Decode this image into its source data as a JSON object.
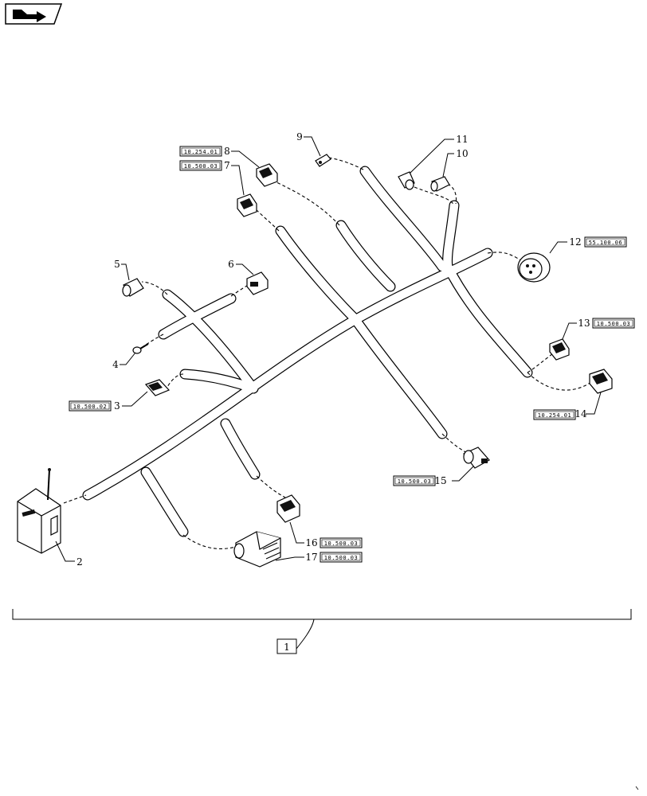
{
  "callouts": [
    {
      "num": "1",
      "ref": ""
    },
    {
      "num": "2",
      "ref": ""
    },
    {
      "num": "3",
      "ref": "10.500.02"
    },
    {
      "num": "4",
      "ref": ""
    },
    {
      "num": "5",
      "ref": ""
    },
    {
      "num": "6",
      "ref": ""
    },
    {
      "num": "7",
      "ref": "10.500.03"
    },
    {
      "num": "8",
      "ref": "10.254.01"
    },
    {
      "num": "9",
      "ref": ""
    },
    {
      "num": "10",
      "ref": ""
    },
    {
      "num": "11",
      "ref": ""
    },
    {
      "num": "12",
      "ref": "55.100.06"
    },
    {
      "num": "13",
      "ref": "10.500.03"
    },
    {
      "num": "14",
      "ref": "10.254.01"
    },
    {
      "num": "15",
      "ref": "10.500.03"
    },
    {
      "num": "16",
      "ref": "10.500.03"
    },
    {
      "num": "17",
      "ref": "10.500.03"
    }
  ],
  "nav": {
    "icon": "return-arrow-icon"
  },
  "colors": {
    "line": "#000000",
    "background": "#ffffff"
  }
}
